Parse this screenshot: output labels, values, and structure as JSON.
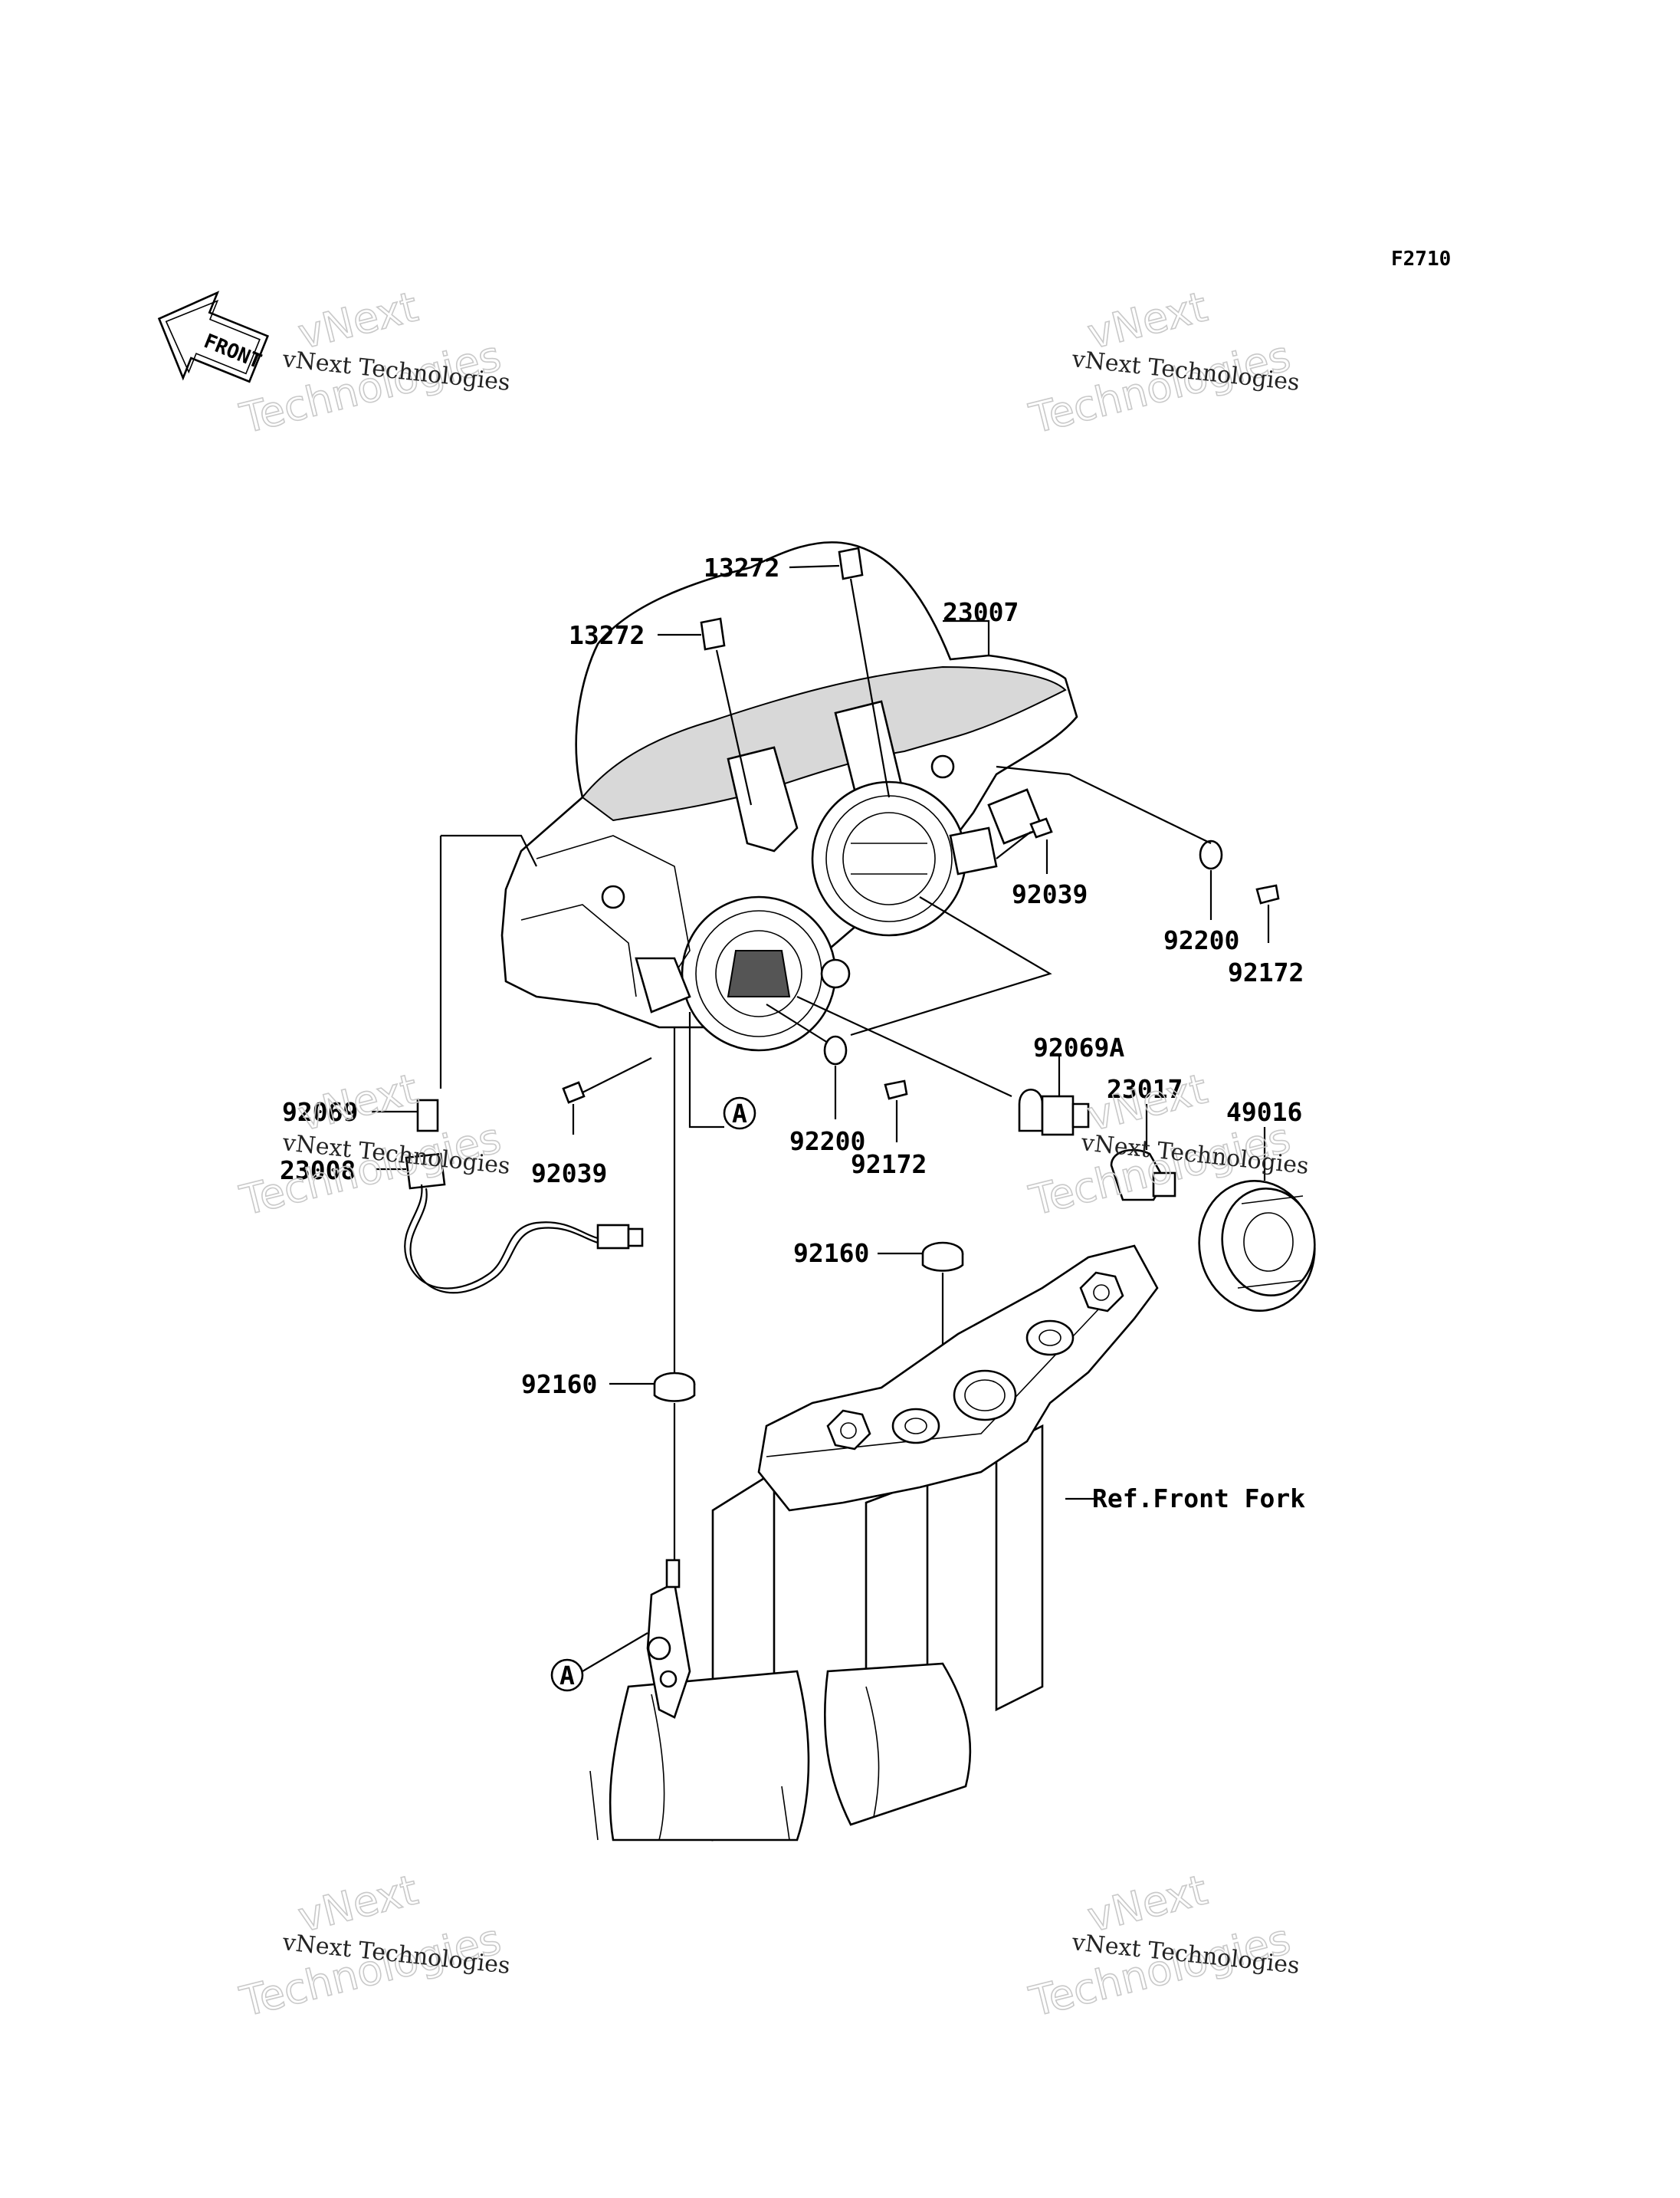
{
  "diagram_code": "F2710",
  "front_arrow_label": "FRONT",
  "callouts": {
    "p13272_top": "13272",
    "p13272_left": "13272",
    "p23007": "23007",
    "p92039_right": "92039",
    "p92200_right": "92200",
    "p92172_right": "92172",
    "p92069A": "92069A",
    "p23017": "23017",
    "p49016": "49016",
    "p92069": "92069",
    "p23008": "23008",
    "p92039_left": "92039",
    "p92200_mid": "92200",
    "p92172_mid": "92172",
    "p92160_upper": "92160",
    "p92160_lower": "92160",
    "ref_front_fork": "Ref.Front Fork",
    "circle_a_top": "A",
    "circle_a_bottom": "A"
  },
  "watermark": {
    "line_small": "vNext Technologies",
    "line_top": "vNext",
    "line_bottom": "Technologies"
  }
}
